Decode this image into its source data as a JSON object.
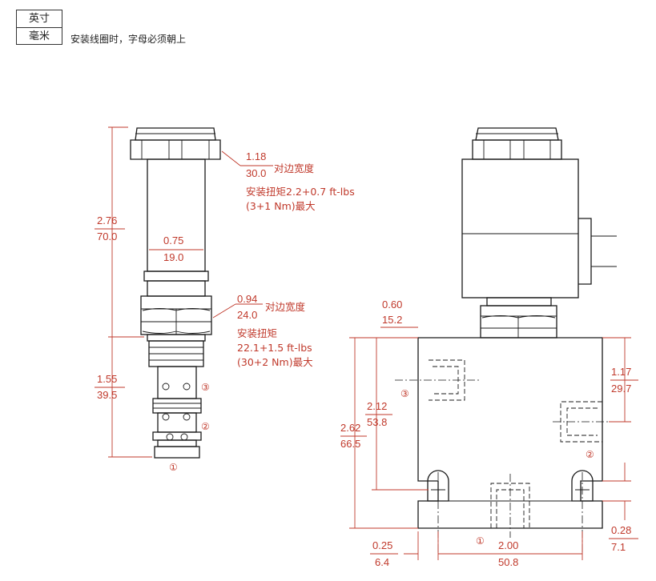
{
  "legend": {
    "imperial": "英寸",
    "metric": "毫米"
  },
  "note": "安装线圈时，字母必须朝上",
  "left_view": {
    "hex_top": {
      "in": "1.18",
      "mm": "30.0",
      "label": "对边宽度",
      "torque_1": "安装扭矩2.2+0.7 ft-lbs",
      "torque_2": "(3+1 Nm)最大"
    },
    "stem_dia": {
      "in": "0.75",
      "mm": "19.0"
    },
    "hex_mid": {
      "in": "0.94",
      "mm": "24.0",
      "label": "对边宽度",
      "torque_1": "安装扭矩",
      "torque_2": "22.1+1.5 ft-lbs",
      "torque_3": "(30+2 Nm)最大"
    },
    "upper_len": {
      "in": "2.76",
      "mm": "70.0"
    },
    "lower_len": {
      "in": "1.55",
      "mm": "39.5"
    },
    "ports": {
      "p1": "①",
      "p2": "②",
      "p3": "③"
    }
  },
  "right_view": {
    "offset_top": {
      "in": "0.60",
      "mm": "15.2"
    },
    "body_height": {
      "in": "2.62",
      "mm": "66.5"
    },
    "port3_height": {
      "in": "2.12",
      "mm": "53.8"
    },
    "right_upper": {
      "in": "1.17",
      "mm": "29.7"
    },
    "bottom_right": {
      "in": "0.28",
      "mm": "7.1"
    },
    "bottom_left": {
      "in": "0.25",
      "mm": "6.4"
    },
    "mount_span": {
      "in": "2.00",
      "mm": "50.8"
    },
    "ports": {
      "p1": "①",
      "p2": "②",
      "p3": "③"
    }
  }
}
